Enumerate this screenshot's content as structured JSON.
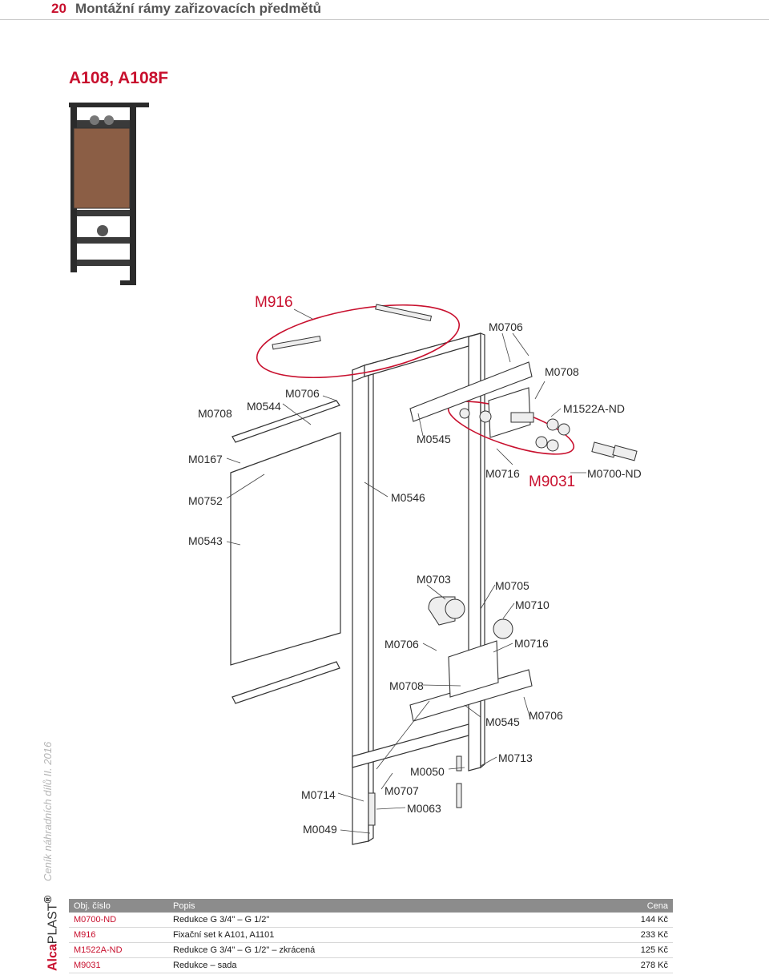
{
  "header": {
    "page_number": "20",
    "title": "Montážní rámy zařizovacích předmětů"
  },
  "product_title": "A108, A108F",
  "sidebar": {
    "catalog_text": "Ceník náhradních dílů II. 2016",
    "brand_alca": "Alca",
    "brand_plast": "PLAST",
    "brand_mark": "®"
  },
  "callouts": {
    "m916": "M916",
    "m0706_top": "M0706",
    "m0708_top": "M0708",
    "m0708_left": "M0708",
    "m0544": "M0544",
    "m0706_left": "M0706",
    "m1522a": "M1522A-ND",
    "m0167": "M0167",
    "m0545_top": "M0545",
    "m0716_top": "M0716",
    "m9031": "M9031",
    "m0700": "M0700-ND",
    "m0752": "M0752",
    "m0546": "M0546",
    "m0543": "M0543",
    "m0703": "M0703",
    "m0705": "M0705",
    "m0710": "M0710",
    "m0706_mid": "M0706",
    "m0716_mid": "M0716",
    "m0708_mid": "M0708",
    "m0545_bot": "M0545",
    "m0706_bot": "M0706",
    "m0713": "M0713",
    "m0050": "M0050",
    "m0714": "M0714",
    "m0707": "M0707",
    "m0063": "M0063",
    "m0049": "M0049"
  },
  "colors": {
    "accent": "#c8102e",
    "table_header": "#8c8c8c"
  },
  "table": {
    "headers": [
      "Obj. číslo",
      "Popis",
      "Cena"
    ],
    "rows": [
      {
        "code": "M0700-ND",
        "desc": "Redukce G 3/4\" – G 1/2\"",
        "price": "144 Kč"
      },
      {
        "code": "M916",
        "desc": "Fixační set k A101, A1101",
        "price": "233 Kč"
      },
      {
        "code": "M1522A-ND",
        "desc": "Redukce G 3/4\" – G 1/2\" – zkrácená",
        "price": "125 Kč"
      },
      {
        "code": "M9031",
        "desc": "Redukce – sada",
        "price": "278 Kč"
      }
    ]
  }
}
